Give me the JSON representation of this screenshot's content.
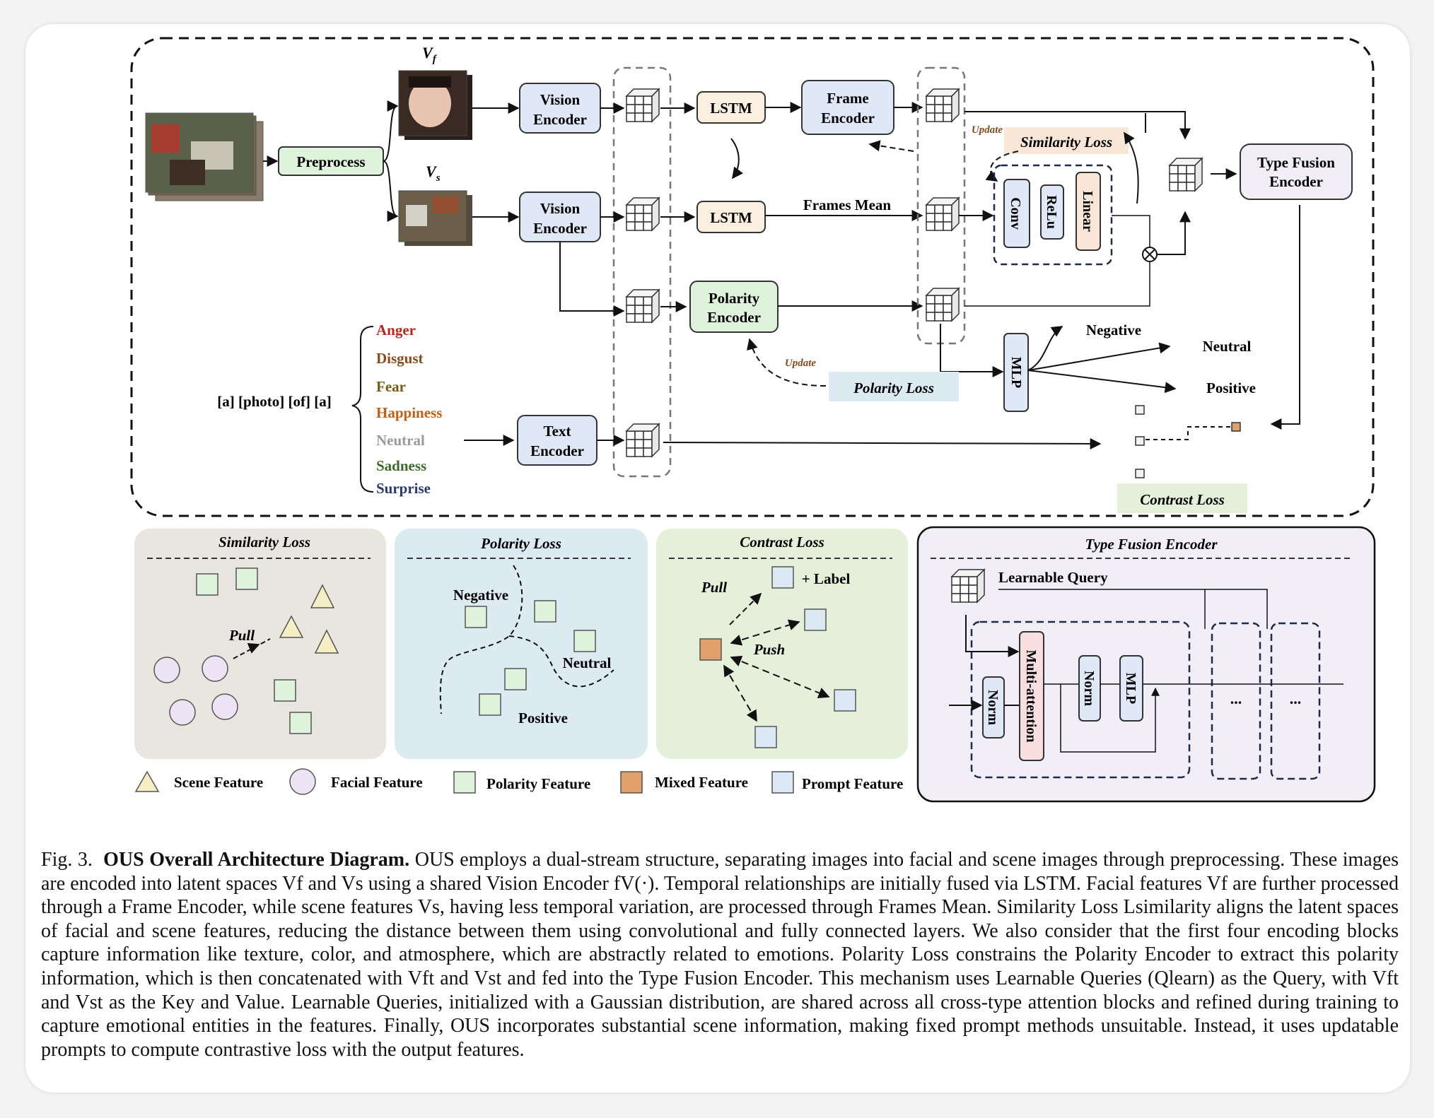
{
  "diagram": {
    "vf_label": "V",
    "vf_sub": "f",
    "vs_label": "V",
    "vs_sub": "s",
    "preprocess": "Preprocess",
    "vision_encoder_1": [
      "Vision",
      "Encoder"
    ],
    "vision_encoder_2": [
      "Vision",
      "Encoder"
    ],
    "lstm_1": "LSTM",
    "lstm_2": "LSTM",
    "frame_encoder": [
      "Frame",
      "Encoder"
    ],
    "frames_mean": "Frames Mean",
    "polarity_encoder": [
      "Polarity",
      "Encoder"
    ],
    "text_encoder": [
      "Text",
      "Encoder"
    ],
    "type_fusion_encoder": [
      "Type Fusion",
      "Encoder"
    ],
    "similarity_loss": "Similarity Loss",
    "update_1": "Update",
    "update_2": "Update",
    "polarity_loss": "Polarity Loss",
    "contrast_loss": "Contrast Loss",
    "conv": "Conv",
    "relu": "ReLu",
    "linear": "Linear",
    "mlp": "MLP",
    "negative": "Negative",
    "neutral": "Neutral",
    "positive": "Positive",
    "prompt_template": "[a] [photo] [of] [a]",
    "emotions": [
      {
        "label": "Anger",
        "color": "#b8261c"
      },
      {
        "label": "Disgust",
        "color": "#8a4a1e"
      },
      {
        "label": "Fear",
        "color": "#7a5a12"
      },
      {
        "label": "Happiness",
        "color": "#c06018"
      },
      {
        "label": "Neutral",
        "color": "#9a9a9a"
      },
      {
        "label": "Sadness",
        "color": "#3c6a2a"
      },
      {
        "label": "Surprise",
        "color": "#2a3a6a"
      }
    ]
  },
  "panels": {
    "similarity": {
      "title": "Similarity Loss",
      "pull": "Pull"
    },
    "polarity": {
      "title": "Polarity Loss",
      "negative": "Negative",
      "neutral": "Neutral",
      "positive": "Positive"
    },
    "contrast": {
      "title": "Contrast Loss",
      "pull": "Pull",
      "label": "+ Label",
      "push": "Push"
    },
    "type_fusion": {
      "title": "Type Fusion Encoder",
      "learnable_query": "Learnable Query",
      "norm_1": "Norm",
      "multi_attention": "Multi-attention",
      "norm_2": "Norm",
      "mlp": "MLP",
      "ellipsis_1": "...",
      "ellipsis_2": "..."
    }
  },
  "legend": {
    "scene": "Scene Feature",
    "facial": "Facial Feature",
    "polarity": "Polarity Feature",
    "mixed": "Mixed Feature",
    "prompt": "Prompt Feature"
  },
  "colors": {
    "encoder_blue": "#dfe8f7",
    "lstm_beige": "#fbf0df",
    "green_box": "#dff2dc",
    "similarity_bg": "#e9e6e0",
    "polarity_bg": "#dcebf2",
    "contrast_bg": "#e4f0da",
    "fusion_bg": "#f1eef8",
    "mixed_orange": "#e0a06c"
  },
  "caption": {
    "fig": "Fig. 3.",
    "title": "OUS Overall Architecture Diagram.",
    "body": "OUS employs a dual-stream structure, separating images into facial and scene images through preprocessing. These images are encoded into latent spaces Vf and Vs using a shared Vision Encoder fV(·). Temporal relationships are initially fused via LSTM. Facial features Vf are further processed through a Frame Encoder, while scene features Vs, having less temporal variation, are processed through Frames Mean. Similarity Loss Lsimilarity aligns the latent spaces of facial and scene features, reducing the distance between them using convolutional and fully connected layers. We also consider that the first four encoding blocks capture information like texture, color, and atmosphere, which are abstractly related to emotions. Polarity Loss constrains the Polarity Encoder to extract this polarity information, which is then concatenated with Vft and Vst and fed into the Type Fusion Encoder. This mechanism uses Learnable Queries (Qlearn) as the Query, with Vft and Vst as the Key and Value. Learnable Queries, initialized with a Gaussian distribution, are shared across all cross-type attention blocks and refined during training to capture emotional entities in the features. Finally, OUS incorporates substantial scene information, making fixed prompt methods unsuitable. Instead, it uses updatable prompts to compute contrastive loss with the output features."
  }
}
